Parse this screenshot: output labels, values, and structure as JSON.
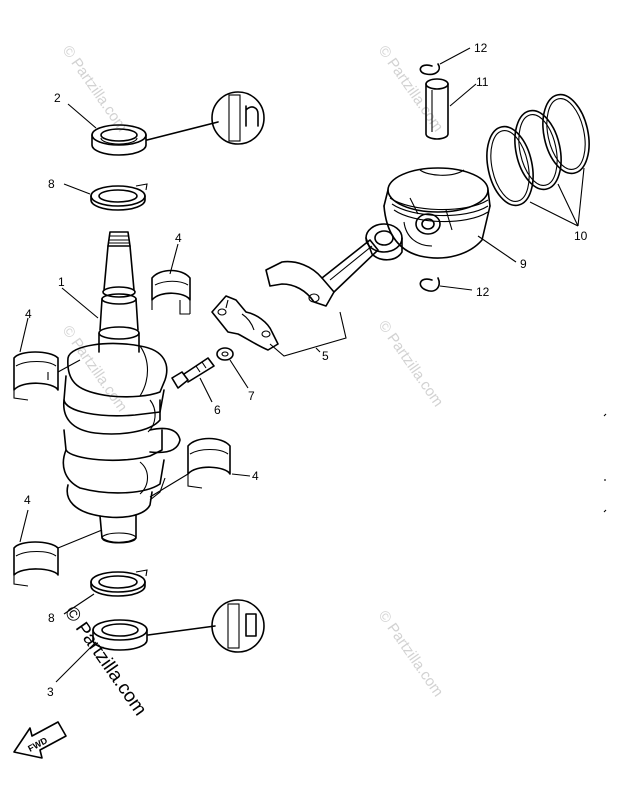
{
  "callouts": {
    "c1": "1",
    "c2": "2",
    "c3": "3",
    "c4a": "4",
    "c4b": "4",
    "c4c": "4",
    "c4d": "4",
    "c5": "5",
    "c6": "6",
    "c7": "7",
    "c8a": "8",
    "c8b": "8",
    "c9": "9",
    "c10": "10",
    "c11": "11",
    "c12a": "12",
    "c12b": "12"
  },
  "watermarks": {
    "light": "© Partzilla.com",
    "dark": "© Partzilla.com"
  },
  "direction": {
    "label": "FWD"
  }
}
